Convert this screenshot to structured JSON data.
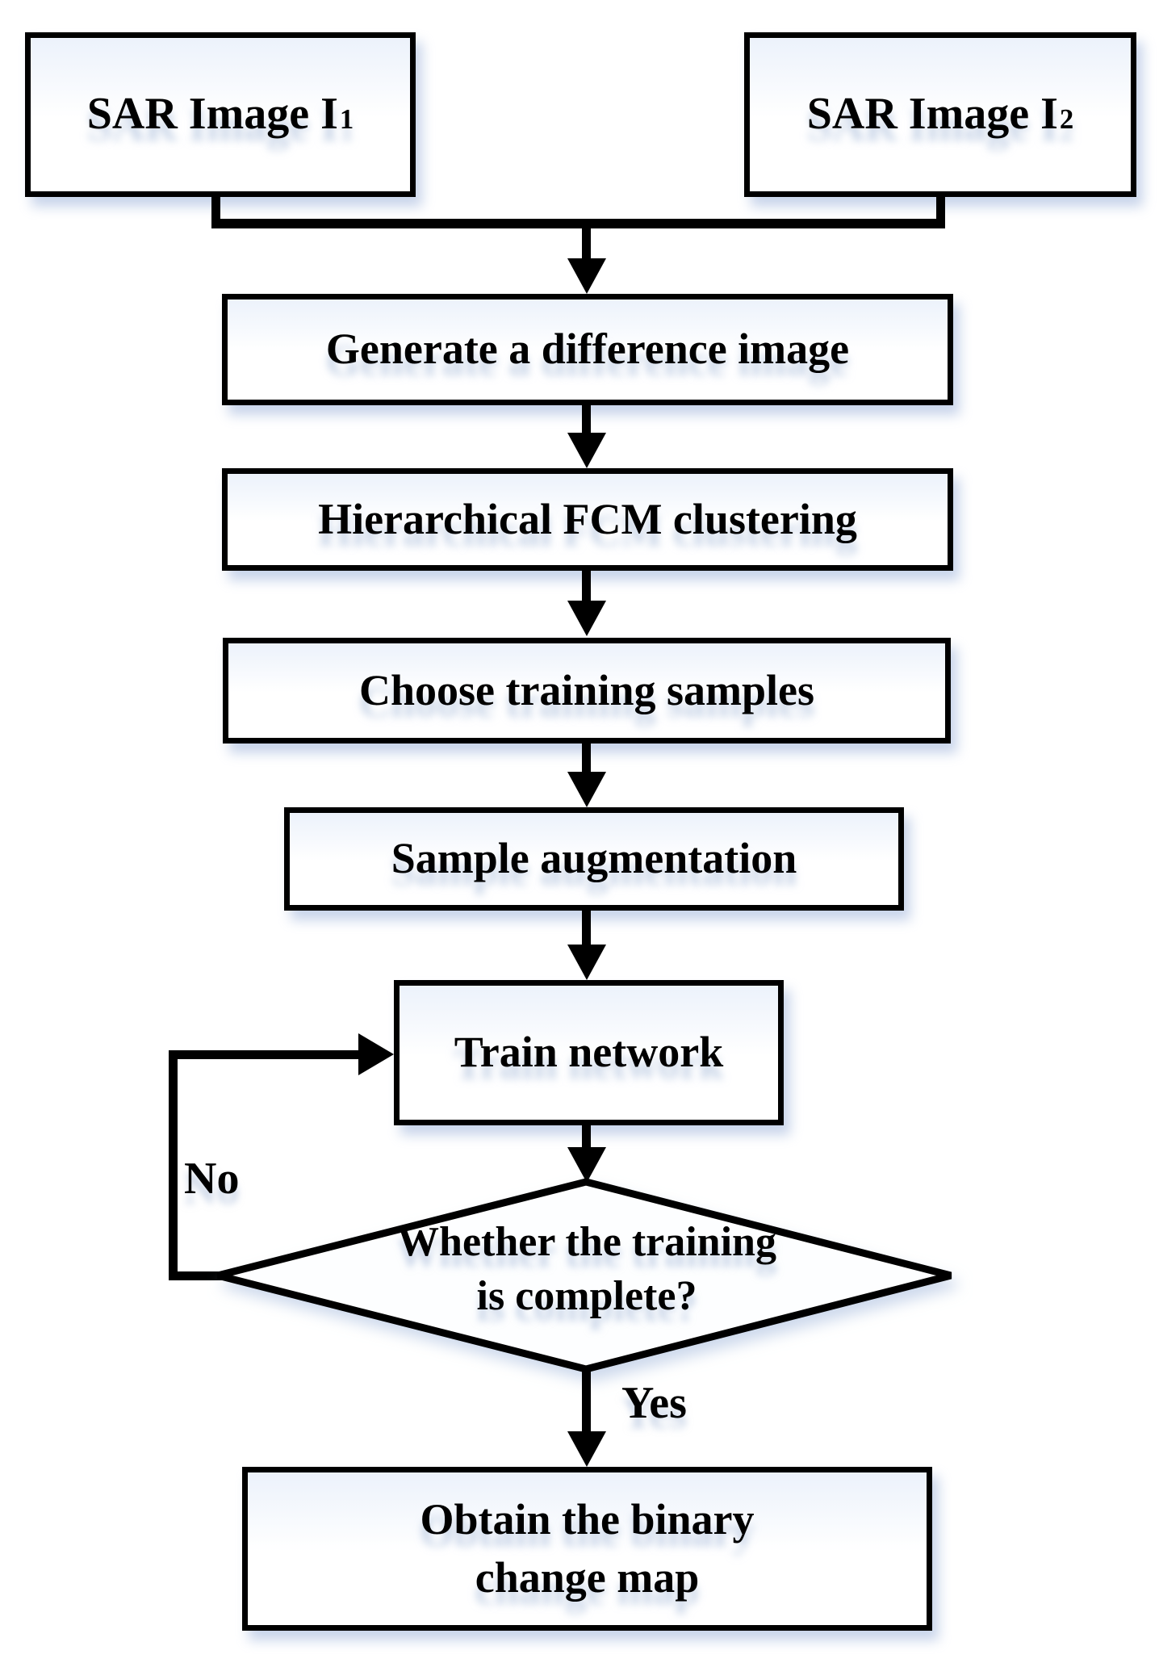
{
  "nodes": {
    "sar1": {
      "prefix": "SAR Image I",
      "sub": "1"
    },
    "sar2": {
      "prefix": "SAR Image I",
      "sub": "2"
    },
    "generate": {
      "label": "Generate a difference image"
    },
    "fcm": {
      "label": "Hierarchical FCM clustering"
    },
    "choose": {
      "label": "Choose training samples"
    },
    "augment": {
      "label": "Sample augmentation"
    },
    "train": {
      "label": "Train network"
    },
    "decision": {
      "lines": [
        "Whether the training",
        "is complete?"
      ]
    },
    "output": {
      "lines": [
        "Obtain the binary",
        "change map"
      ]
    }
  },
  "edges": {
    "no_label": "No",
    "yes_label": "Yes"
  },
  "colors": {
    "line": "#000000",
    "box_fill": "#ffffff",
    "diamond_fill": "#fdfeff",
    "shadow_tint": "#b7c7e4"
  }
}
